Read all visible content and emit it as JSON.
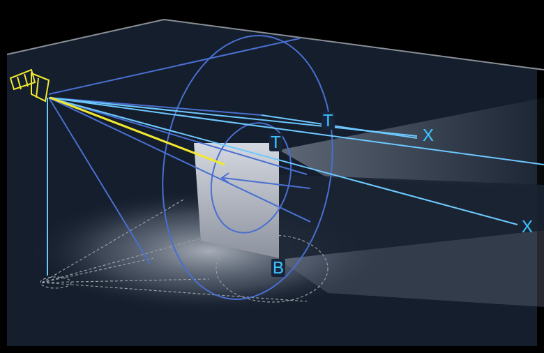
{
  "diagram": {
    "labels": [
      "T",
      "T",
      "X",
      "X",
      "B"
    ]
  }
}
